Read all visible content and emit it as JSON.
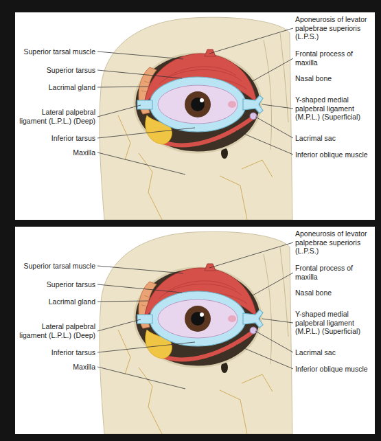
{
  "diagram": {
    "labels": [
      "Aponeurosis of levator palpebrae superioris (L.P.S.)",
      "Superior tarsal muscle",
      "Frontal process of maxilla",
      "Superior tarsus",
      "Nasal bone",
      "Lacrimal gland",
      "Lateral palpebral ligament (L.P.L.) (Deep)",
      "Y-shaped medial palpebral ligament (M.P.L.) (Superficial)",
      "Inferior tarsus",
      "Lacrimal sac",
      "Inferior oblique muscle",
      "Maxilla",
      "Aponeurosis of levator palpebrae superioris (L.P.S.)",
      "Superior tarsal muscle",
      "Frontal process of maxilla",
      "Superior tarsus",
      "Nasal bone",
      "Lacrimal gland",
      "Lateral palpebral ligament (L.P.L.) (Deep)",
      "Y-shaped medial palpebral ligament (M.P.L.) (Superficial)",
      "Inferior tarsus",
      "Lacrimal sac",
      "Inferior oblique muscle",
      "Maxilla"
    ]
  }
}
